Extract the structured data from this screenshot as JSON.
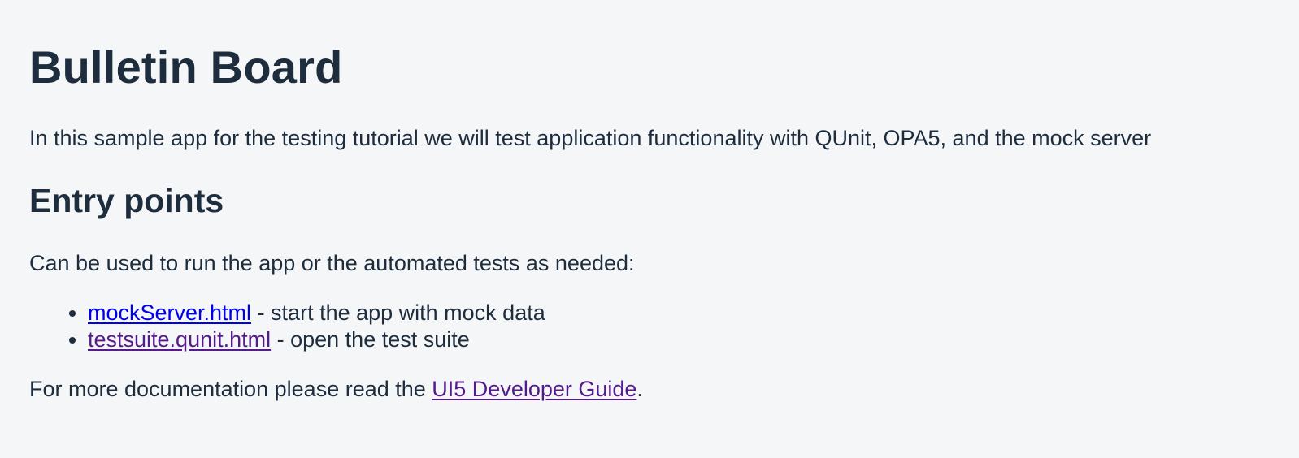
{
  "header": {
    "title": "Bulletin Board"
  },
  "intro": {
    "text": "In this sample app for the testing tutorial we will test application functionality with QUnit, OPA5, and the mock server"
  },
  "entry_points": {
    "heading": "Entry points",
    "lead": "Can be used to run the app or the automated tests as needed:",
    "items": [
      {
        "link_label": "mockServer.html",
        "description": " - start the app with mock data"
      },
      {
        "link_label": "testsuite.qunit.html",
        "description": " - open the test suite"
      }
    ]
  },
  "footer": {
    "prefix": "For more documentation please read the ",
    "link_label": "UI5 Developer Guide",
    "suffix": "."
  },
  "colors": {
    "background": "#f5f6f7",
    "text": "#1d2d3e",
    "link_unvisited": "#0000ee",
    "link_visited": "#551a8b"
  }
}
